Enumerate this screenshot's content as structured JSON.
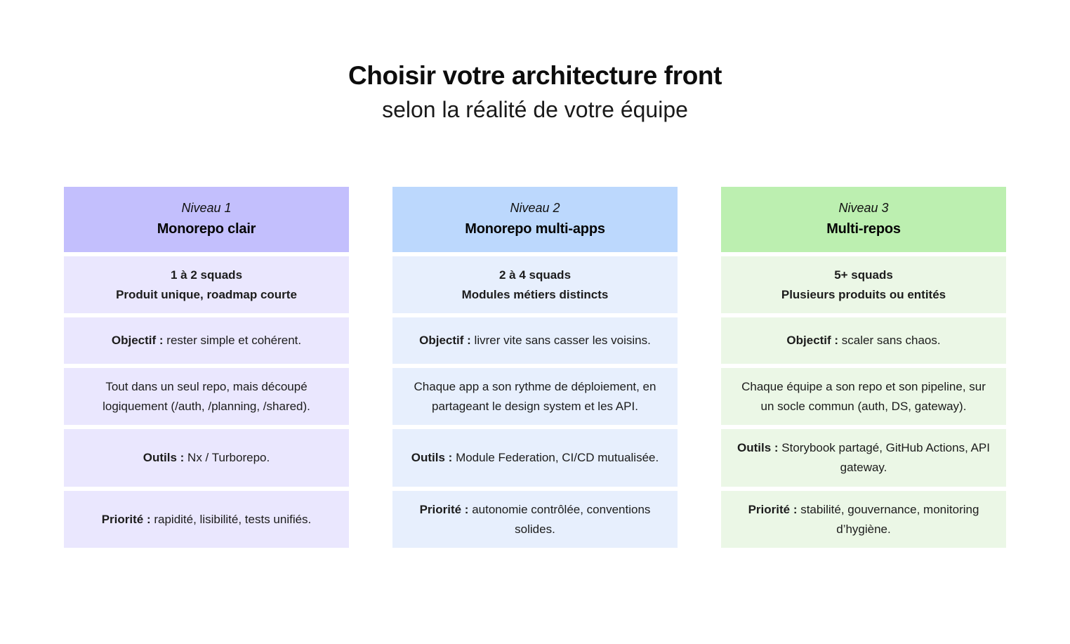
{
  "title": {
    "main": "Choisir votre architecture front",
    "sub": "selon la réalité de votre équipe"
  },
  "colors": {
    "col1_header": "#C3BFFD",
    "col1_body": "#EAE7FE",
    "col2_header": "#BCD8FD",
    "col2_body": "#E7EFFD",
    "col3_header": "#BCEFB0",
    "col3_body": "#EBF7E6",
    "background": "#FFFFFF",
    "text": "#111111"
  },
  "columns": [
    {
      "level": "Niveau 1",
      "name": "Monorepo clair",
      "teams_line1": "1 à 2 squads",
      "teams_line2": "Produit unique, roadmap courte",
      "objective_label": "Objectif :",
      "objective_text": " rester simple et cohérent.",
      "description": "Tout dans un seul repo, mais découpé logiquement (/auth, /planning, /shared).",
      "tools_label": "Outils :",
      "tools_text": " Nx / Turborepo.",
      "priority_label": "Priorité :",
      "priority_text": " rapidité, lisibilité, tests unifiés."
    },
    {
      "level": "Niveau 2",
      "name": "Monorepo multi-apps",
      "teams_line1": "2 à 4 squads",
      "teams_line2": "Modules métiers distincts",
      "objective_label": "Objectif :",
      "objective_text": " livrer vite sans casser les voisins.",
      "description": "Chaque app a son rythme de déploiement, en partageant le design system et les API.",
      "tools_label": "Outils :",
      "tools_text": " Module Federation, CI/CD mutualisée.",
      "priority_label": "Priorité :",
      "priority_text": " autonomie contrôlée, conventions solides."
    },
    {
      "level": "Niveau 3",
      "name": "Multi-repos",
      "teams_line1": "5+ squads",
      "teams_line2": "Plusieurs produits ou entités",
      "objective_label": "Objectif :",
      "objective_text": " scaler sans chaos.",
      "description": "Chaque équipe a son repo et son pipeline, sur un socle commun (auth, DS, gateway).",
      "tools_label": "Outils :",
      "tools_text": " Storybook partagé, GitHub Actions, API gateway.",
      "priority_label": "Priorité :",
      "priority_text": " stabilité, gouvernance, monitoring d’hygiène."
    }
  ]
}
